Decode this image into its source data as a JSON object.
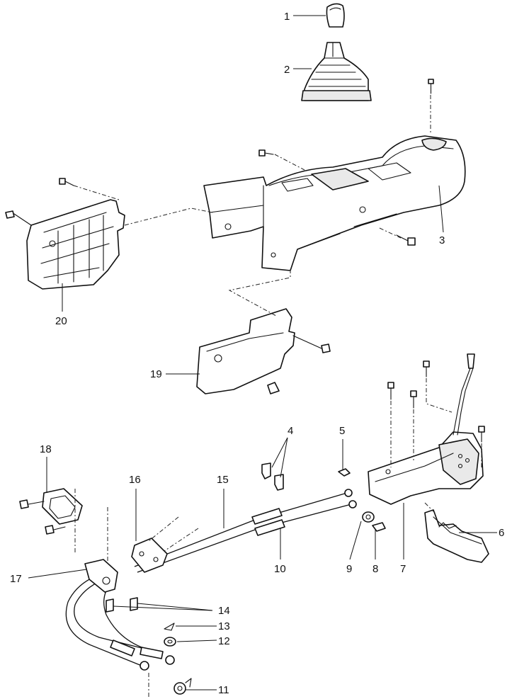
{
  "callouts": {
    "c1": "1",
    "c2": "2",
    "c3": "3",
    "c4": "4",
    "c5": "5",
    "c6": "6",
    "c7": "7",
    "c8": "8",
    "c9": "9",
    "c10": "10",
    "c11": "11",
    "c12": "12",
    "c13": "13",
    "c14": "14",
    "c15": "15",
    "c16": "16",
    "c17": "17",
    "c18": "18",
    "c19": "19",
    "c20": "20"
  },
  "colors": {
    "line": "#111111",
    "fill": "#ffffff",
    "shade": "#e9e9e9"
  }
}
